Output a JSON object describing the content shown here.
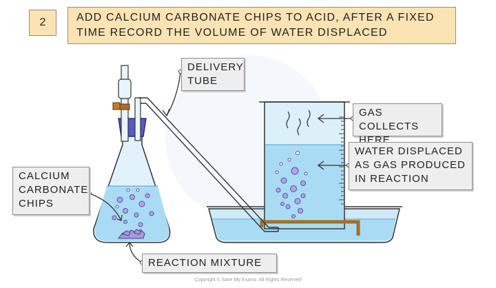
{
  "step": {
    "number": "2"
  },
  "instruction": {
    "text": "ADD CALCIUM CARBONATE CHIPS TO ACID, AFTER A FIXED\nTIME RECORD THE VOLUME OF WATER DISPLACED"
  },
  "labels": {
    "delivery_tube": "DELIVERY\nTUBE",
    "gas_collects": "GAS COLLECTS\nHERE",
    "water_displaced": "WATER DISPLACED\nAS GAS PRODUCED\nIN REACTION",
    "calcium_carbonate": "CALCIUM\nCARBONATE\nCHIPS",
    "reaction_mixture": "REACTION MIXTURE"
  },
  "footer": {
    "copyright": "Copyright © Save My Exams. All Rights Reserved"
  },
  "colors": {
    "label_bg": "#eeeeee",
    "instruction_bg": "#fbe3b4",
    "water": "#a9dcf4",
    "glass": "#d9eff9",
    "bubble": "#b4a4e6",
    "stopper": "#5b59c4",
    "clamp": "#a86c2a"
  }
}
